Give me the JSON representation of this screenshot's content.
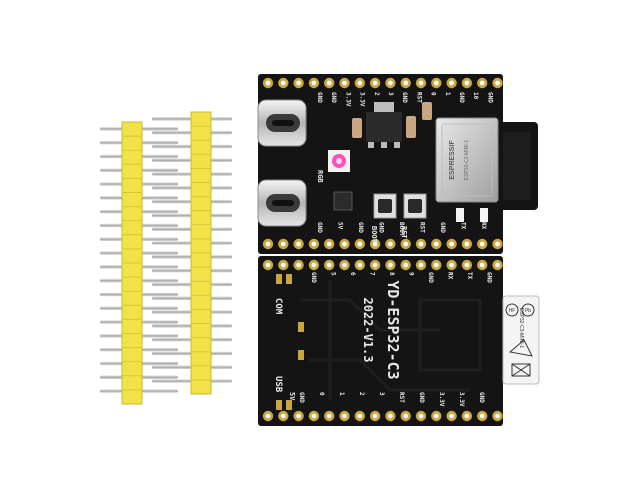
{
  "top_board": {
    "pin_labels_top": [
      "GND",
      "GND",
      "3.3V",
      "3.3V",
      "2",
      "3",
      "GND",
      "RST",
      "0",
      "1",
      "GND",
      "10",
      "GND"
    ],
    "pin_labels_bottom": [
      "GND",
      "5V",
      "GND",
      "GND",
      "BOOT",
      "RST",
      "GND",
      "TX",
      "RX"
    ],
    "board_labels": [
      "RGB",
      "BOOT",
      "RST"
    ],
    "module": {
      "brand": "ESPRESSIF",
      "model": "ESP32-C3-MINI-1"
    }
  },
  "bottom_board": {
    "title": "YD-ESP32-C3",
    "version": "2022-V1.3",
    "side_labels": [
      "COM",
      "USB"
    ],
    "jumper_label": "5V",
    "pin_labels_top": [
      "GND",
      "5",
      "6",
      "7",
      "8",
      "9",
      "GND",
      "RX",
      "TX",
      "GND"
    ],
    "pin_labels_bottom": [
      "GND",
      "0",
      "1",
      "2",
      "3",
      "RST",
      "GND",
      "3.3V",
      "3.3V",
      "GND"
    ]
  },
  "antenna_sticker": {
    "marks": [
      "HF",
      "Pb"
    ],
    "text": [
      "ESP32-C3-MINI-1"
    ]
  },
  "colors": {
    "pcb": "#141414",
    "silkscreen": "#e8e8e8",
    "gold": "#c9a640",
    "header_plastic": "#f2e24a",
    "pin_metal": "#bdbdbd",
    "usb_metal": "#d4d4d4"
  },
  "icons": [
    "usb-c-connector-icon",
    "rgb-led-icon",
    "push-button-icon",
    "chip-icon",
    "antenna-icon"
  ]
}
